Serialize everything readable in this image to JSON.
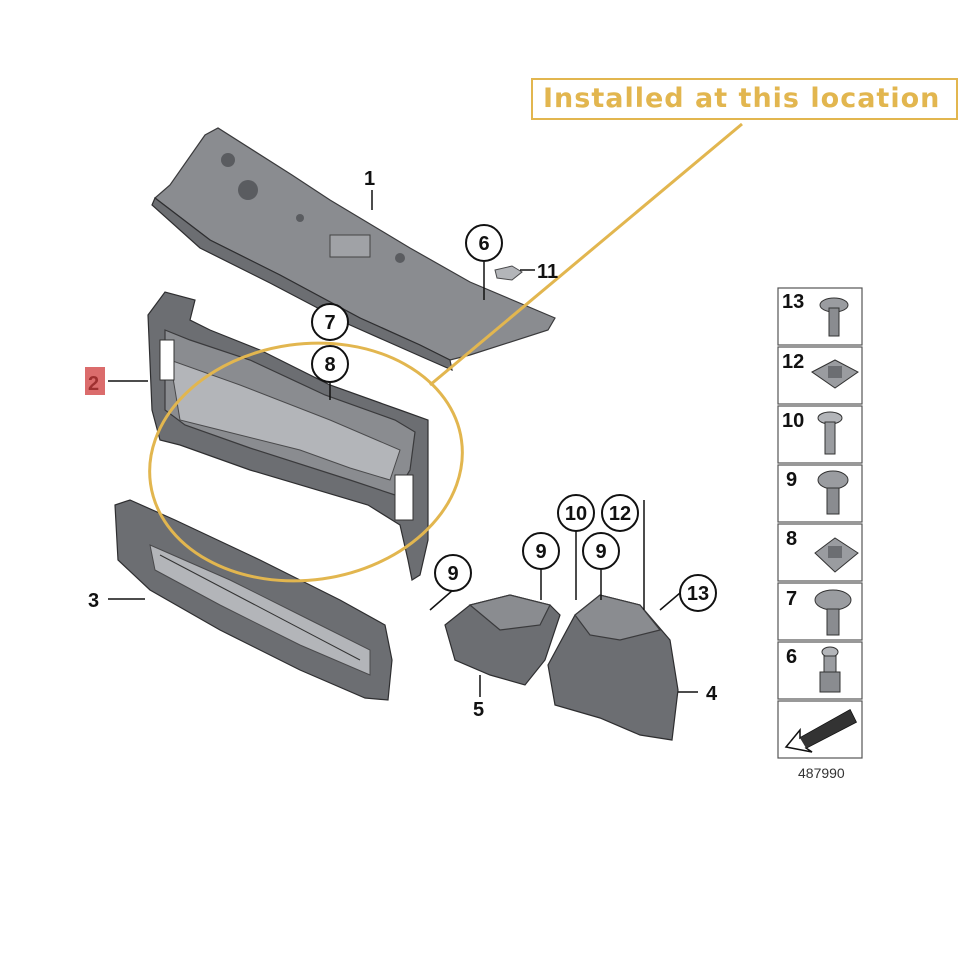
{
  "callout": {
    "text": "Installed at this location"
  },
  "labels": {
    "p1": "1",
    "p2": "2",
    "p3": "3",
    "p4": "4",
    "p5": "5",
    "p6": "6",
    "p7": "7",
    "p8": "8",
    "p9a": "9",
    "p9b": "9",
    "p9c": "9",
    "p10": "10",
    "p11": "11",
    "p12": "12",
    "p13": "13"
  },
  "legend": {
    "items": [
      "13",
      "12",
      "10",
      "9",
      "8",
      "7",
      "6"
    ]
  },
  "reference_number": "487990",
  "colors": {
    "highlight": "#e2b64f",
    "marker": "#cf3b3b",
    "part": "#8a8c90"
  }
}
